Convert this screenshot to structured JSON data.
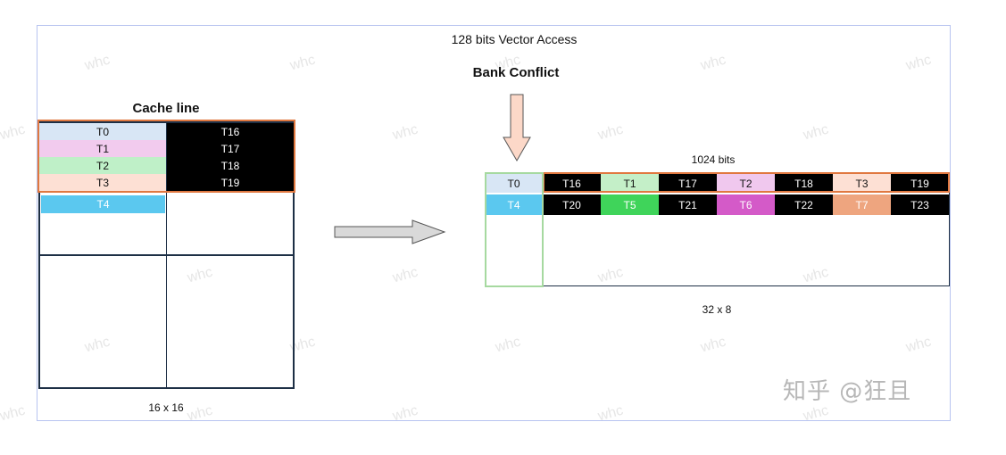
{
  "title": "128 bits Vector Access",
  "bank_conflict": "Bank Conflict",
  "left": {
    "heading": "Cache line",
    "caption": "16 x 16",
    "cells": [
      {
        "label": "T0",
        "bg": "#d8e6f5",
        "fg": "#111111"
      },
      {
        "label": "T1",
        "bg": "#f2cbee",
        "fg": "#111111"
      },
      {
        "label": "T2",
        "bg": "#bff0c8",
        "fg": "#111111"
      },
      {
        "label": "T3",
        "bg": "#fde0d4",
        "fg": "#111111"
      },
      {
        "label": "T16",
        "bg": "#000000",
        "fg": "#ffffff"
      },
      {
        "label": "T17",
        "bg": "#000000",
        "fg": "#ffffff"
      },
      {
        "label": "T18",
        "bg": "#000000",
        "fg": "#ffffff"
      },
      {
        "label": "T19",
        "bg": "#000000",
        "fg": "#ffffff"
      },
      {
        "label": "T4",
        "bg": "#5bc8ef",
        "fg": "#ffffff"
      }
    ]
  },
  "right": {
    "top_label": "1024 bits",
    "caption": "32 x 8",
    "row1": [
      {
        "label": "T0",
        "bg": "#d8e6f5",
        "fg": "#111111"
      },
      {
        "label": "T16",
        "bg": "#000000",
        "fg": "#ffffff"
      },
      {
        "label": "T1",
        "bg": "#c4efc8",
        "fg": "#111111"
      },
      {
        "label": "T17",
        "bg": "#000000",
        "fg": "#ffffff"
      },
      {
        "label": "T2",
        "bg": "#f0c8ee",
        "fg": "#111111"
      },
      {
        "label": "T18",
        "bg": "#000000",
        "fg": "#ffffff"
      },
      {
        "label": "T3",
        "bg": "#fde0d4",
        "fg": "#111111"
      },
      {
        "label": "T19",
        "bg": "#000000",
        "fg": "#ffffff"
      }
    ],
    "row2": [
      {
        "label": "T4",
        "bg": "#5bc8ef",
        "fg": "#ffffff"
      },
      {
        "label": "T20",
        "bg": "#000000",
        "fg": "#ffffff"
      },
      {
        "label": "T5",
        "bg": "#3fd45a",
        "fg": "#ffffff"
      },
      {
        "label": "T21",
        "bg": "#000000",
        "fg": "#ffffff"
      },
      {
        "label": "T6",
        "bg": "#d45ac8",
        "fg": "#ffffff"
      },
      {
        "label": "T22",
        "bg": "#000000",
        "fg": "#ffffff"
      },
      {
        "label": "T7",
        "bg": "#eea57f",
        "fg": "#ffffff"
      },
      {
        "label": "T23",
        "bg": "#000000",
        "fg": "#ffffff"
      }
    ]
  },
  "watermark": "whc",
  "signature": "知乎 @狂且",
  "colors": {
    "highlight": "#e07840",
    "bank_green": "#a6d9a0",
    "grid": "#1d2f45",
    "frame": "#b8c4f0"
  }
}
